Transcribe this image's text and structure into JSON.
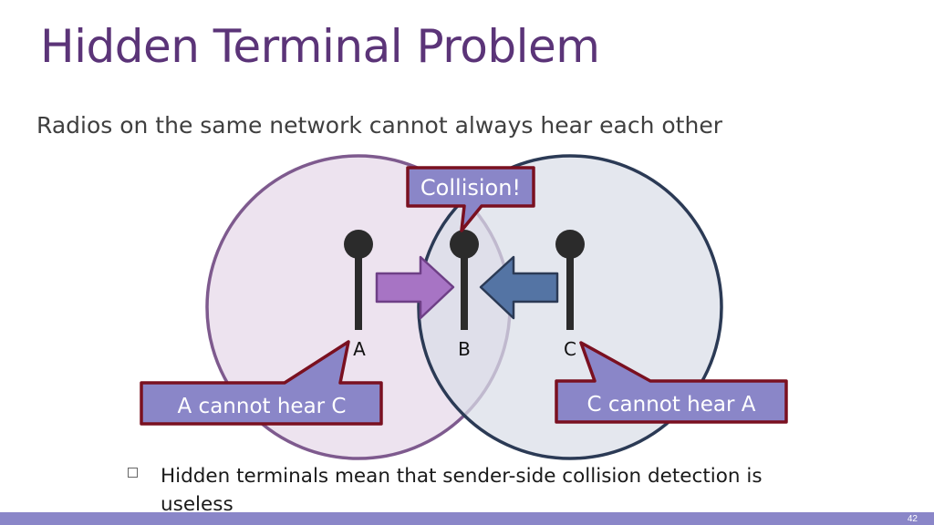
{
  "slide": {
    "title": "Hidden Terminal Problem",
    "subtitle": "Radios on the same network cannot always hear each other",
    "page_number": "42"
  },
  "diagram": {
    "nodes": [
      {
        "id": "A",
        "label": "A"
      },
      {
        "id": "B",
        "label": "B"
      },
      {
        "id": "C",
        "label": "C"
      }
    ],
    "callouts": {
      "collision": "Collision!",
      "a_cannot_hear_c": "A cannot hear C",
      "c_cannot_hear_a": "C cannot hear A"
    },
    "colors": {
      "range_a_fill": "#ede3ef",
      "range_a_stroke": "#7e5a8e",
      "range_c_fill": "#d9dee8",
      "range_c_stroke": "#2b3a55",
      "callout_fill": "#8a86c8",
      "callout_stroke": "#7a1020",
      "arrow_a": "#a774c4",
      "arrow_c": "#5474a4",
      "antenna": "#2b2b2b"
    }
  },
  "bullets": [
    "Hidden terminals mean that sender-side collision detection is useless"
  ]
}
